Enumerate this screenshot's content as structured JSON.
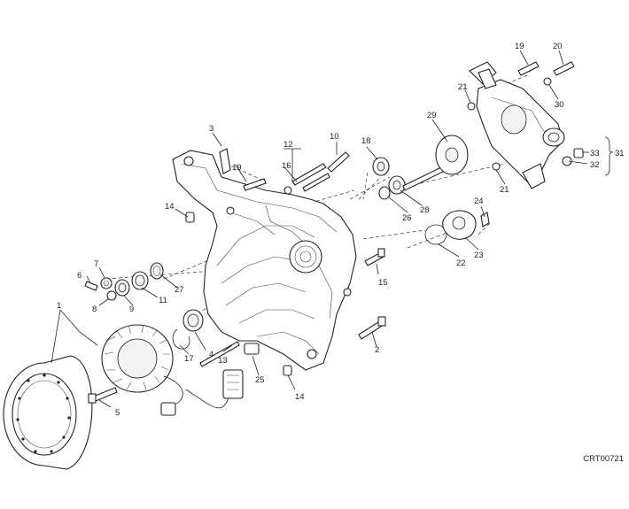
{
  "diagram": {
    "code": "CRT00721",
    "callouts": [
      "1",
      "2",
      "3",
      "4",
      "5",
      "6",
      "7",
      "8",
      "9",
      "10",
      "11",
      "12",
      "13",
      "14",
      "14",
      "15",
      "16",
      "17",
      "18",
      "19",
      "19",
      "20",
      "21",
      "21",
      "22",
      "23",
      "24",
      "25",
      "26",
      "27",
      "28",
      "29",
      "30",
      "31",
      "32",
      "33"
    ]
  }
}
